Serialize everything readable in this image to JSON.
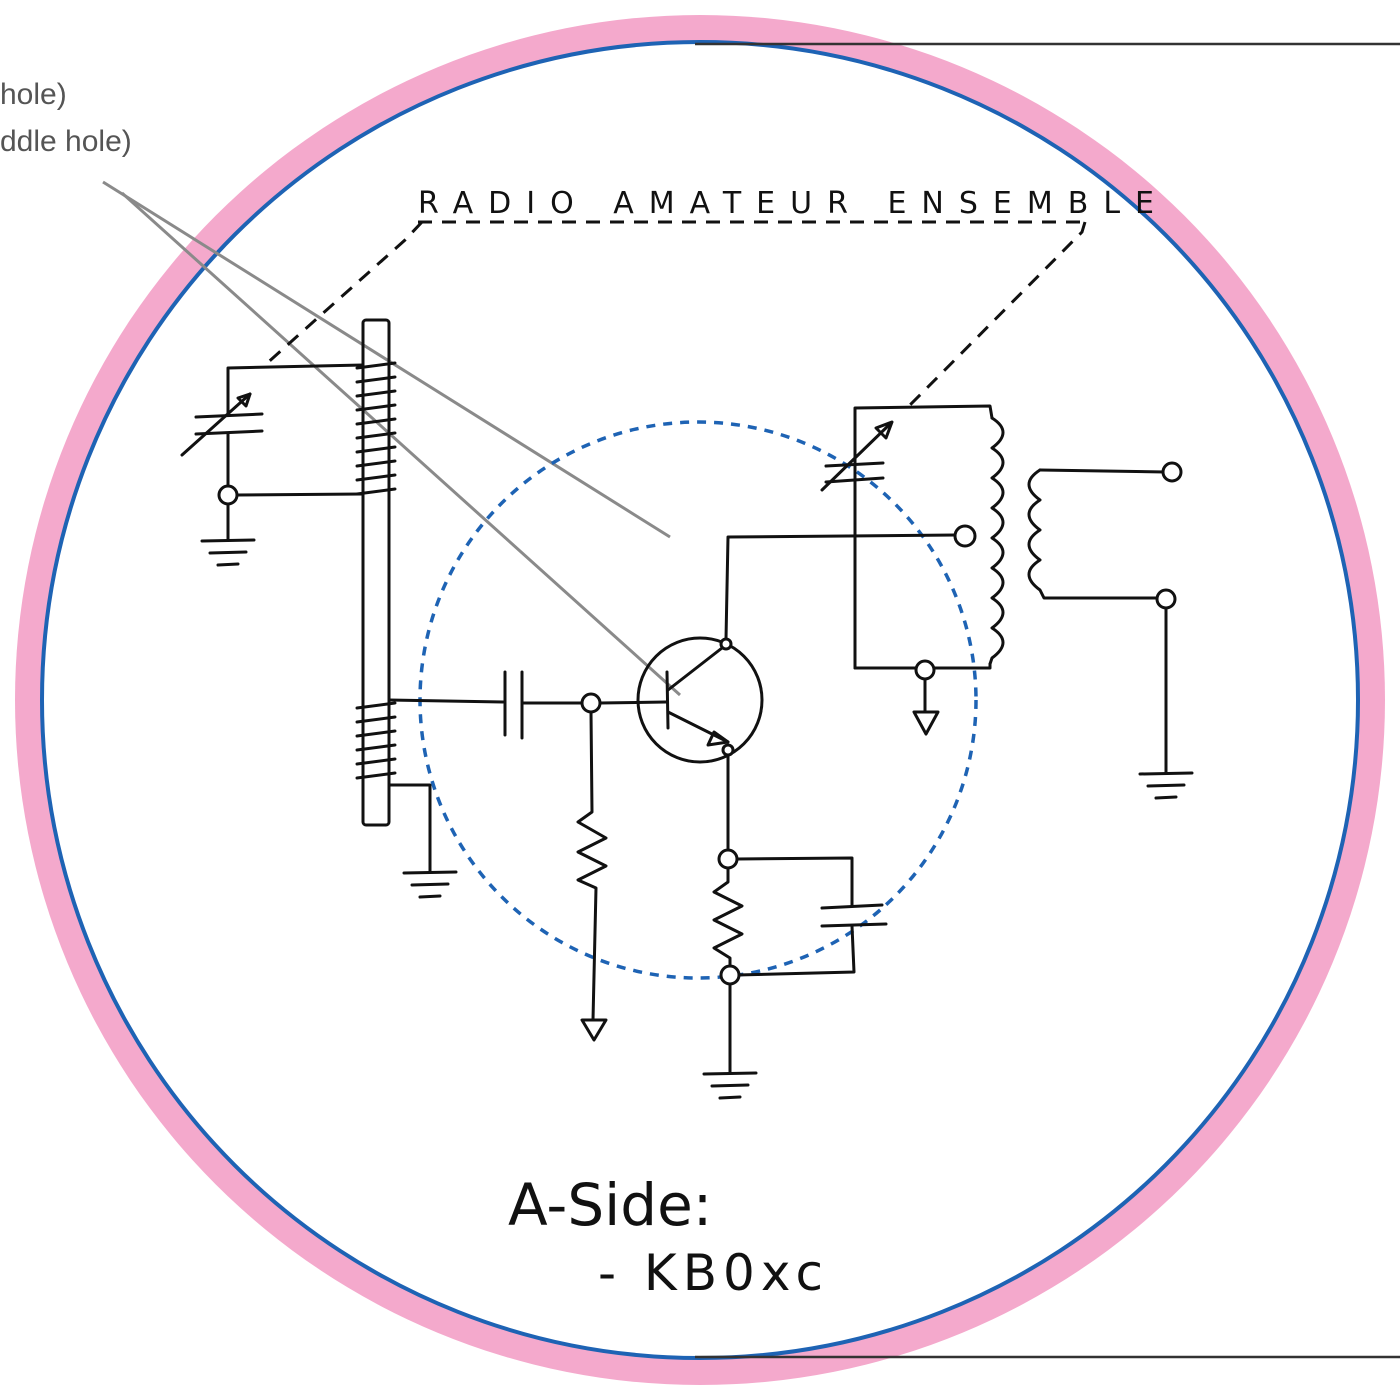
{
  "notes": {
    "line1": "hole)",
    "line2": "ddle hole)"
  },
  "label": {
    "title": "RADIO AMATEUR ENSEMBLE",
    "side": "A-Side:",
    "credit": "- KB0xc"
  },
  "colors": {
    "rim": "#f4a9cc",
    "rim_edge": "#1e63b4",
    "center_circle": "#1e63b4",
    "ink": "#111111",
    "pointer": "#8a8a8a",
    "background": "#ffffff"
  }
}
